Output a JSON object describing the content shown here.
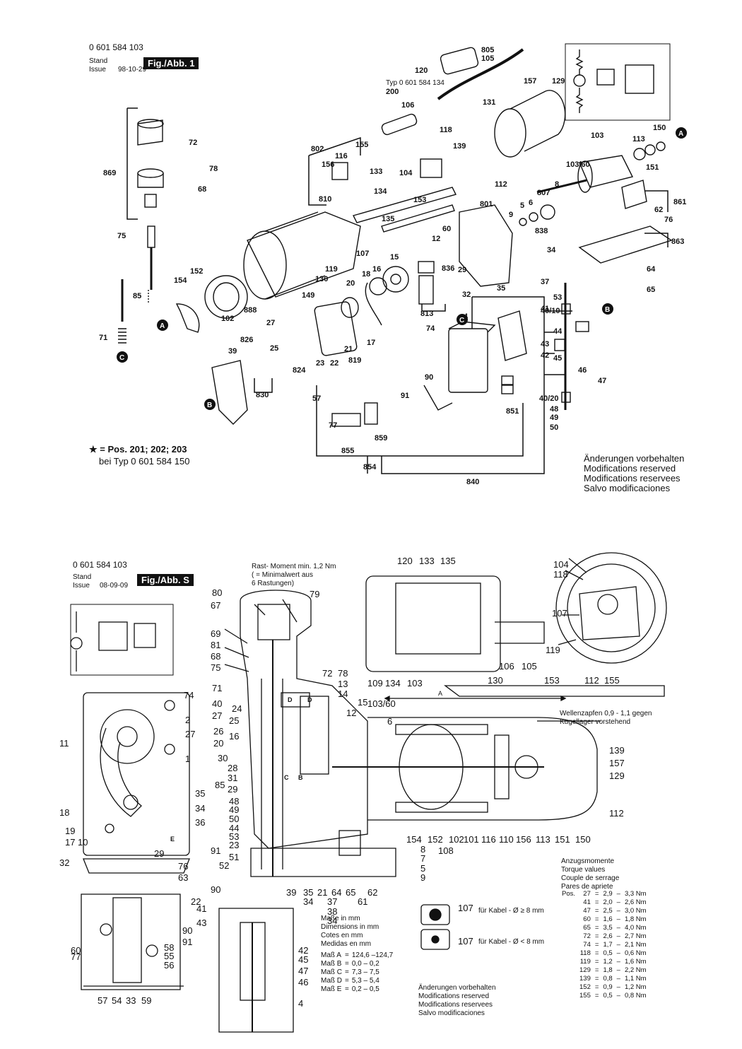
{
  "sheet1": {
    "part_number": "0 601 584 103",
    "stand_label": "Stand",
    "issue_label": "Issue",
    "issue_date": "98-10-29",
    "fig_label": "Fig./Abb. 1",
    "typ_note": "Typ 0 601 584 134",
    "star_note_line1": "= Pos. 201; 202; 203",
    "star_note_line2": "bei Typ 0 601 584 150",
    "reserved": [
      "Änderungen vorbehalten",
      "Modifications reserved",
      "Modifications reservees",
      "Salvo modificaciones"
    ],
    "part_labels": [
      "805",
      "105",
      "120",
      "200",
      "131",
      "157",
      "129",
      "106",
      "118",
      "139",
      "802",
      "155",
      "116",
      "133",
      "156",
      "104",
      "112",
      "869",
      "72",
      "78",
      "68",
      "810",
      "134",
      "153",
      "135",
      "801",
      "103",
      "113",
      "150",
      "151",
      "103/60",
      "807",
      "8",
      "9",
      "5",
      "6",
      "838",
      "861",
      "62",
      "76",
      "863",
      "75",
      "152",
      "154",
      "107",
      "119",
      "130",
      "149",
      "102",
      "888",
      "60",
      "12",
      "15",
      "16",
      "18",
      "20",
      "836",
      "29",
      "34",
      "37",
      "32",
      "35",
      "64",
      "65",
      "53",
      "40/10",
      "44",
      "45",
      "46",
      "47",
      "41",
      "43",
      "42",
      "74",
      "27",
      "25",
      "826",
      "39",
      "824",
      "21",
      "23",
      "22",
      "819",
      "17",
      "813",
      "4",
      "91",
      "90",
      "57",
      "77",
      "859",
      "855",
      "854",
      "840",
      "851",
      "40/20",
      "48",
      "49",
      "50",
      "830",
      "71",
      "85"
    ]
  },
  "sheet2": {
    "part_number": "0 601 584 103",
    "stand_label": "Stand",
    "issue_label": "Issue",
    "issue_date": "08-09-09",
    "fig_label": "Fig./Abb. S",
    "rast_note": [
      "Rast- Moment min. 1,2 Nm",
      "( = Minimalwert aus",
      "6 Rastungen)"
    ],
    "wellen_note": [
      "Wellenzapfen 0,9 - 1,1 gegen",
      "Kugellager vorstehend"
    ],
    "cable_note_1": "für Kabel - Ø ≥ 8 mm",
    "cable_note_2": "für Kabel - Ø < 8 mm",
    "dims_header": [
      "Maße in mm",
      "Dimensions in mm",
      "Cotes en mm",
      "Medidas en mm"
    ],
    "dims": [
      {
        "name": "Maß A",
        "value": "124,6 –124,7"
      },
      {
        "name": "Maß B",
        "value": "0,0 – 0,2"
      },
      {
        "name": "Maß C",
        "value": "7,3 – 7,5"
      },
      {
        "name": "Maß D",
        "value": "5,3 – 5,4"
      },
      {
        "name": "Maß E",
        "value": "0,2 – 0,5"
      }
    ],
    "torque_header": [
      "Anzugsmomente",
      "Torque values",
      "Couple de serrage",
      "Pares de apriete"
    ],
    "torque_pos_label": "Pos.",
    "torque": [
      {
        "pos": "27",
        "min": "2,9",
        "max": "3,3 Nm"
      },
      {
        "pos": "41",
        "min": "2,0",
        "max": "2,6 Nm"
      },
      {
        "pos": "47",
        "min": "2,5",
        "max": "3,0 Nm"
      },
      {
        "pos": "60",
        "min": "1,6",
        "max": "1,8 Nm"
      },
      {
        "pos": "65",
        "min": "3,5",
        "max": "4,0 Nm"
      },
      {
        "pos": "72",
        "min": "2,6",
        "max": "2,7 Nm"
      },
      {
        "pos": "74",
        "min": "1,7",
        "max": "2,1 Nm"
      },
      {
        "pos": "118",
        "min": "0,5",
        "max": "0,6 Nm"
      },
      {
        "pos": "119",
        "min": "1,2",
        "max": "1,6 Nm"
      },
      {
        "pos": "129",
        "min": "1,8",
        "max": "2,2 Nm"
      },
      {
        "pos": "139",
        "min": "0,8",
        "max": "1,1 Nm"
      },
      {
        "pos": "152",
        "min": "0,9",
        "max": "1,2 Nm"
      },
      {
        "pos": "155",
        "min": "0,5",
        "max": "0,8 Nm"
      }
    ],
    "reserved": [
      "Änderungen vorbehalten",
      "Modifications reserved",
      "Modifications reservees",
      "Salvo modificaciones"
    ]
  }
}
